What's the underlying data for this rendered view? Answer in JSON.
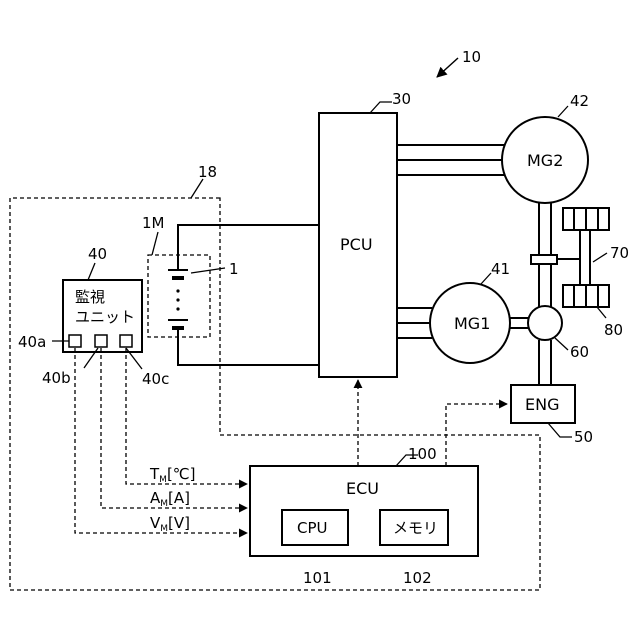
{
  "figure": {
    "ref_system": "10",
    "ref_pcu": "30",
    "ref_mg2": "42",
    "ref_mg1": "41",
    "ref_monitor_boundary": "18",
    "ref_battery_module": "1M",
    "ref_cell": "1",
    "ref_monitor": "40",
    "ref_terminal_a": "40a",
    "ref_terminal_b": "40b",
    "ref_terminal_c": "40c",
    "ref_gear": "70",
    "ref_wheels": "80",
    "ref_planetary": "60",
    "ref_engine": "50",
    "ref_ecu": "100",
    "ref_cpu": "101",
    "ref_memory": "102"
  },
  "blocks": {
    "pcu": "PCU",
    "mg2": "MG2",
    "mg1": "MG1",
    "engine": "ENG",
    "ecu": "ECU",
    "cpu": "CPU",
    "memory": "メモリ",
    "monitor_line1": "監視",
    "monitor_line2": "ユニット"
  },
  "signals": {
    "temp_main": "T",
    "temp_sub": "M",
    "temp_unit": "[℃]",
    "current_main": "A",
    "current_sub": "M",
    "current_unit": "[A]",
    "voltage_main": "V",
    "voltage_sub": "M",
    "voltage_unit": "[V]"
  }
}
